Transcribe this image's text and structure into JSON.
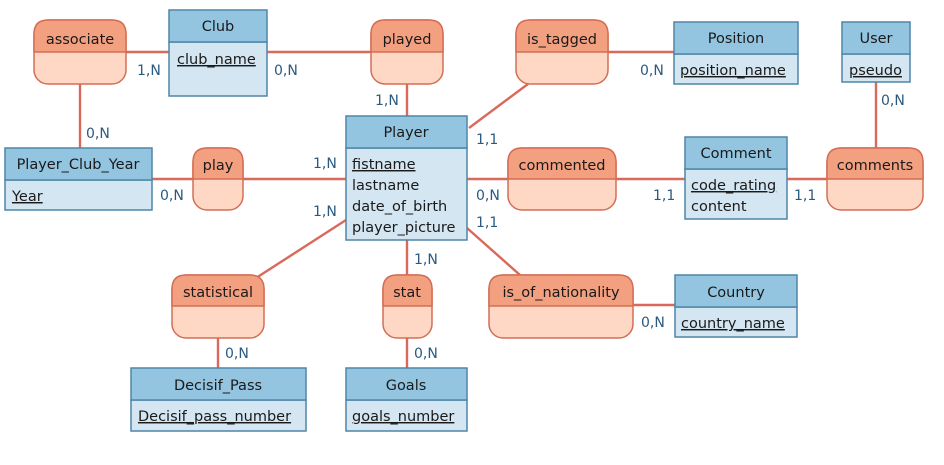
{
  "entities": {
    "club": {
      "name": "Club",
      "attributes": [
        {
          "text": "club_name",
          "key": true
        }
      ]
    },
    "position": {
      "name": "Position",
      "attributes": [
        {
          "text": "position_name",
          "key": true
        }
      ]
    },
    "user": {
      "name": "User",
      "attributes": [
        {
          "text": "pseudo",
          "key": true
        }
      ]
    },
    "player": {
      "name": "Player",
      "attributes": [
        {
          "text": "fistname",
          "key": true
        },
        {
          "text": "lastname",
          "key": false
        },
        {
          "text": "date_of_birth",
          "key": false
        },
        {
          "text": "player_picture",
          "key": false
        }
      ]
    },
    "player_club_year": {
      "name": "Player_Club_Year",
      "attributes": [
        {
          "text": "Year",
          "key": true
        }
      ]
    },
    "comment": {
      "name": "Comment",
      "attributes": [
        {
          "text": "code_rating",
          "key": true
        },
        {
          "text": "content",
          "key": false
        }
      ]
    },
    "country": {
      "name": "Country",
      "attributes": [
        {
          "text": "country_name",
          "key": true
        }
      ]
    },
    "decisif_pass": {
      "name": "Decisif_Pass",
      "attributes": [
        {
          "text": "Decisif_pass_number",
          "key": true
        }
      ]
    },
    "goals": {
      "name": "Goals",
      "attributes": [
        {
          "text": "goals_number",
          "key": true
        }
      ]
    }
  },
  "relations": {
    "associate": "associate",
    "played": "played",
    "is_tagged": "is_tagged",
    "play": "play",
    "commented": "commented",
    "comments": "comments",
    "statistical": "statistical",
    "stat": "stat",
    "is_of_nationality": "is_of_nationality"
  },
  "cardinalities": {
    "club_associate": "1,N",
    "club_played": "0,N",
    "player_played": "1,N",
    "position_is_tagged": "0,N",
    "user_comments": "0,N",
    "associate_pcy": "0,N",
    "player_is_tagged": "1,1",
    "player_play": "1,N",
    "pcy_play": "0,N",
    "player_commented": "0,N",
    "comment_commented": "1,1",
    "comment_comments": "1,1",
    "player_statistical": "1,N",
    "player_nationality": "1,1",
    "player_stat": "1,N",
    "country_nationality": "0,N",
    "decisif_statistical": "0,N",
    "goals_stat": "0,N"
  }
}
